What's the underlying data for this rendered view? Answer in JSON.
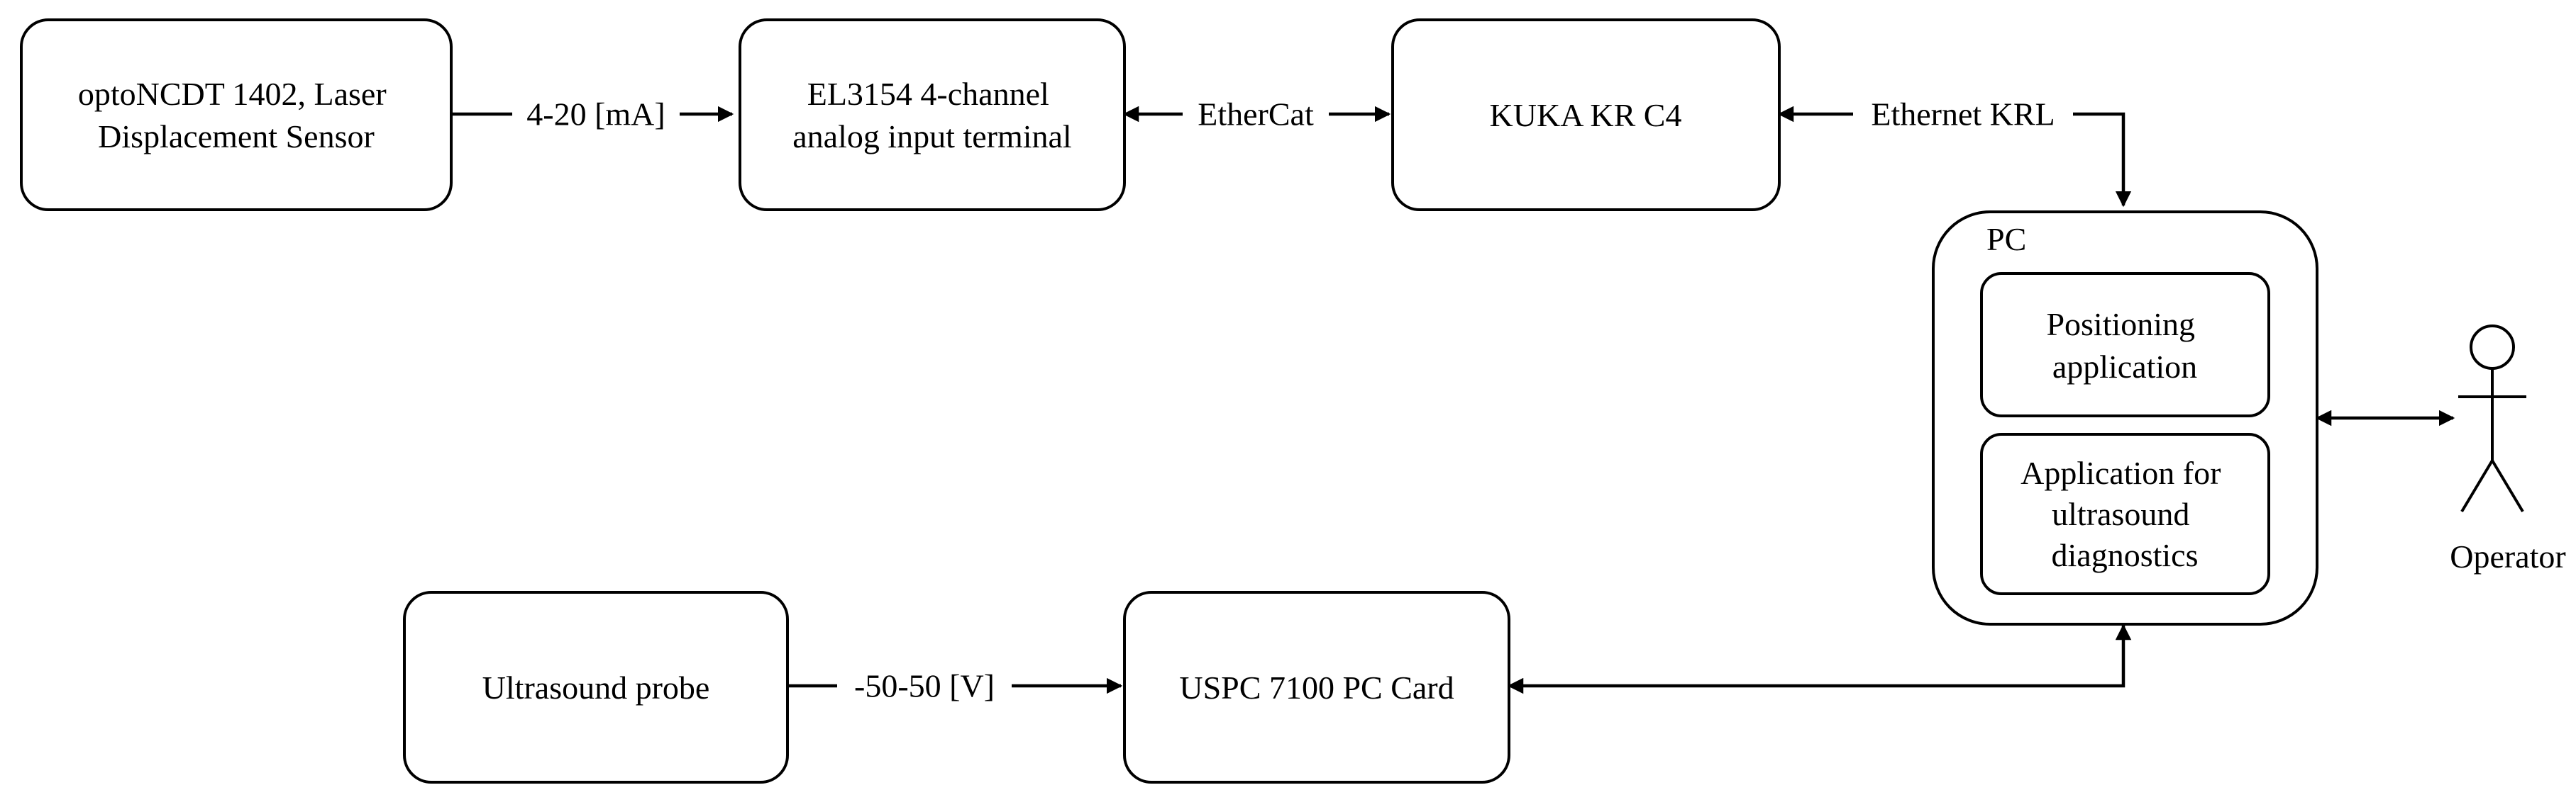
{
  "nodes": {
    "sensor": [
      "optoNCDT 1402, Laser",
      "Displacement Sensor"
    ],
    "terminal": [
      "EL3154 4-channel",
      "analog input terminal"
    ],
    "kuka": [
      "KUKA KR C4"
    ],
    "pc": [
      "PC"
    ],
    "positioning": [
      "Positioning",
      "application"
    ],
    "ultrasound_app": [
      "Application for",
      "ultrasound",
      "diagnostics"
    ],
    "probe": [
      "Ultrasound probe"
    ],
    "uspc": [
      "USPC 7100 PC Card"
    ],
    "operator": [
      "Operator"
    ]
  },
  "edges": {
    "sensor_terminal": "4-20 [mA]",
    "terminal_kuka": "EtherCat",
    "kuka_pc": "Ethernet KRL",
    "probe_uspc": "-50-50 [V]",
    "uspc_pc": "",
    "pc_operator": ""
  }
}
